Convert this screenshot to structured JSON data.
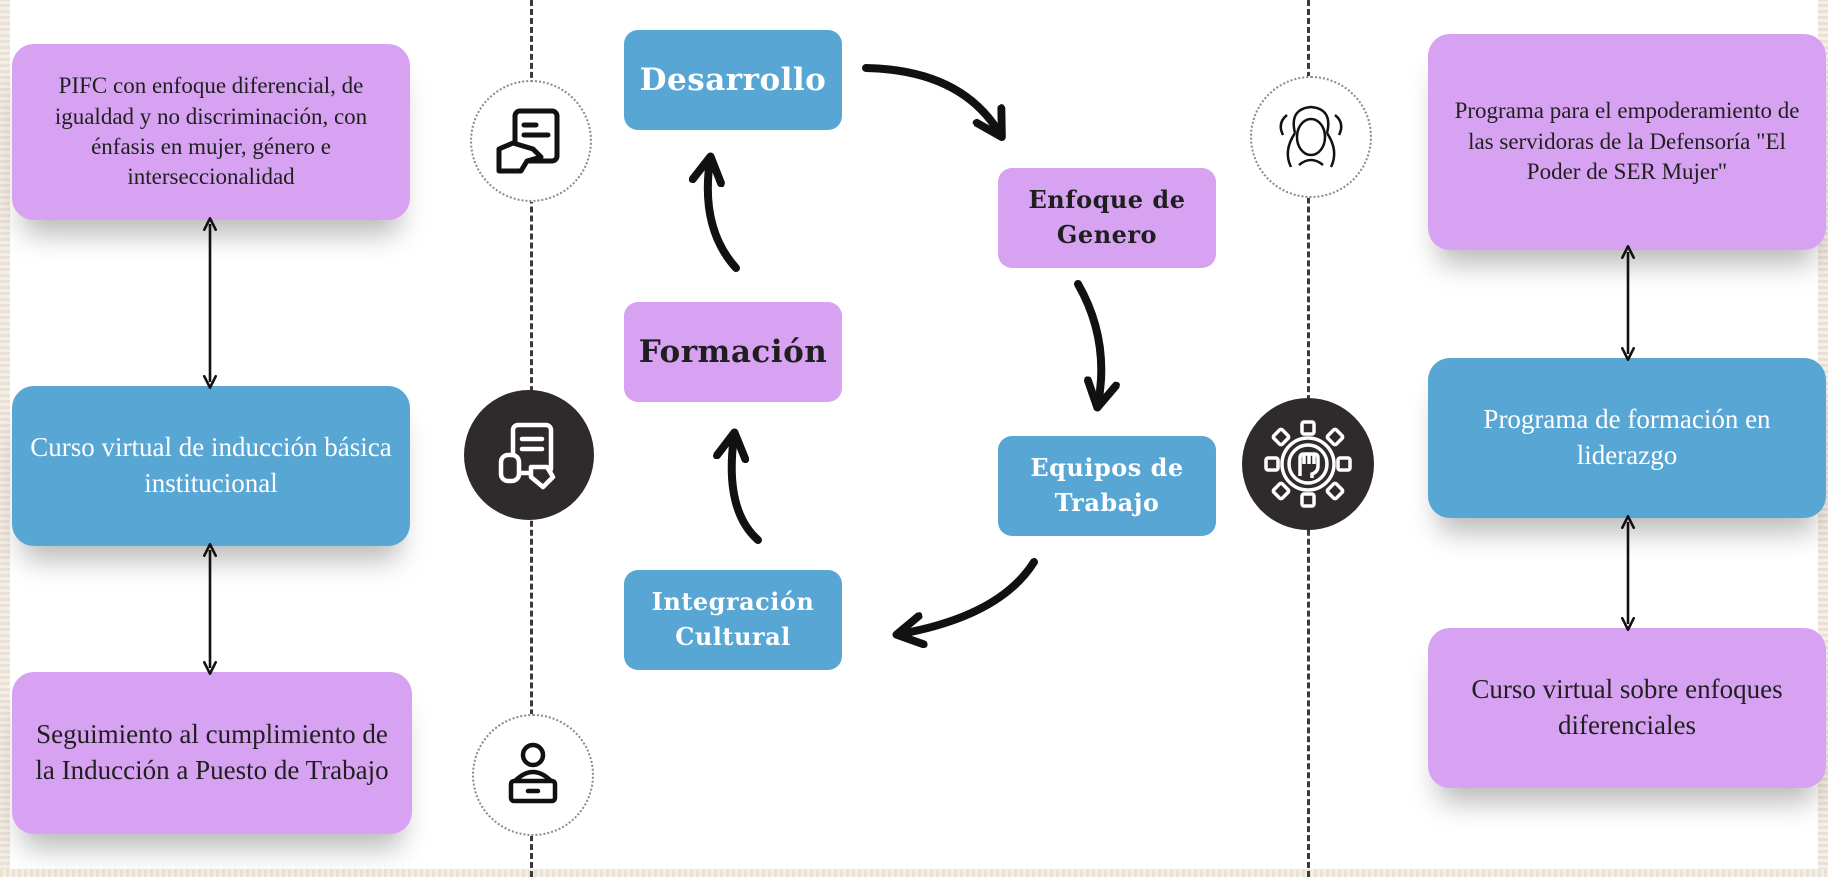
{
  "left": {
    "box1": "PIFC con enfoque diferencial, de igualdad y no discriminación, con énfasis en mujer, género e interseccionalidad",
    "box2": "Curso virtual de inducción básica institucional",
    "box3": "Seguimiento al cumplimiento de la Inducción a Puesto de Trabajo"
  },
  "cycle": {
    "desarrollo": "Desarrollo",
    "enfoque_line1": "Enfoque de",
    "enfoque_line2": "Genero",
    "equipos_line1": "Equipos de",
    "equipos_line2": "Trabajo",
    "integracion_line1": "Integración",
    "integracion_line2": "Cultural",
    "formacion": "Formación"
  },
  "right": {
    "box1": "Programa para el empoderamiento de las servidoras de la Defensoría \"El Poder de SER Mujer\"",
    "box2": "Programa de formación en liderazgo",
    "box3": "Curso virtual sobre enfoques diferenciales"
  },
  "icons": {
    "left_top": "document-hand-icon",
    "left_middle": "document-tag-icon",
    "left_bottom": "person-laptop-icon",
    "right_top": "woman-face-icon",
    "right_middle": "fist-gear-icon"
  },
  "colors": {
    "purple": "#d7a2f1",
    "blue": "#57a6d4",
    "dark_icon": "#2f2b2c"
  }
}
